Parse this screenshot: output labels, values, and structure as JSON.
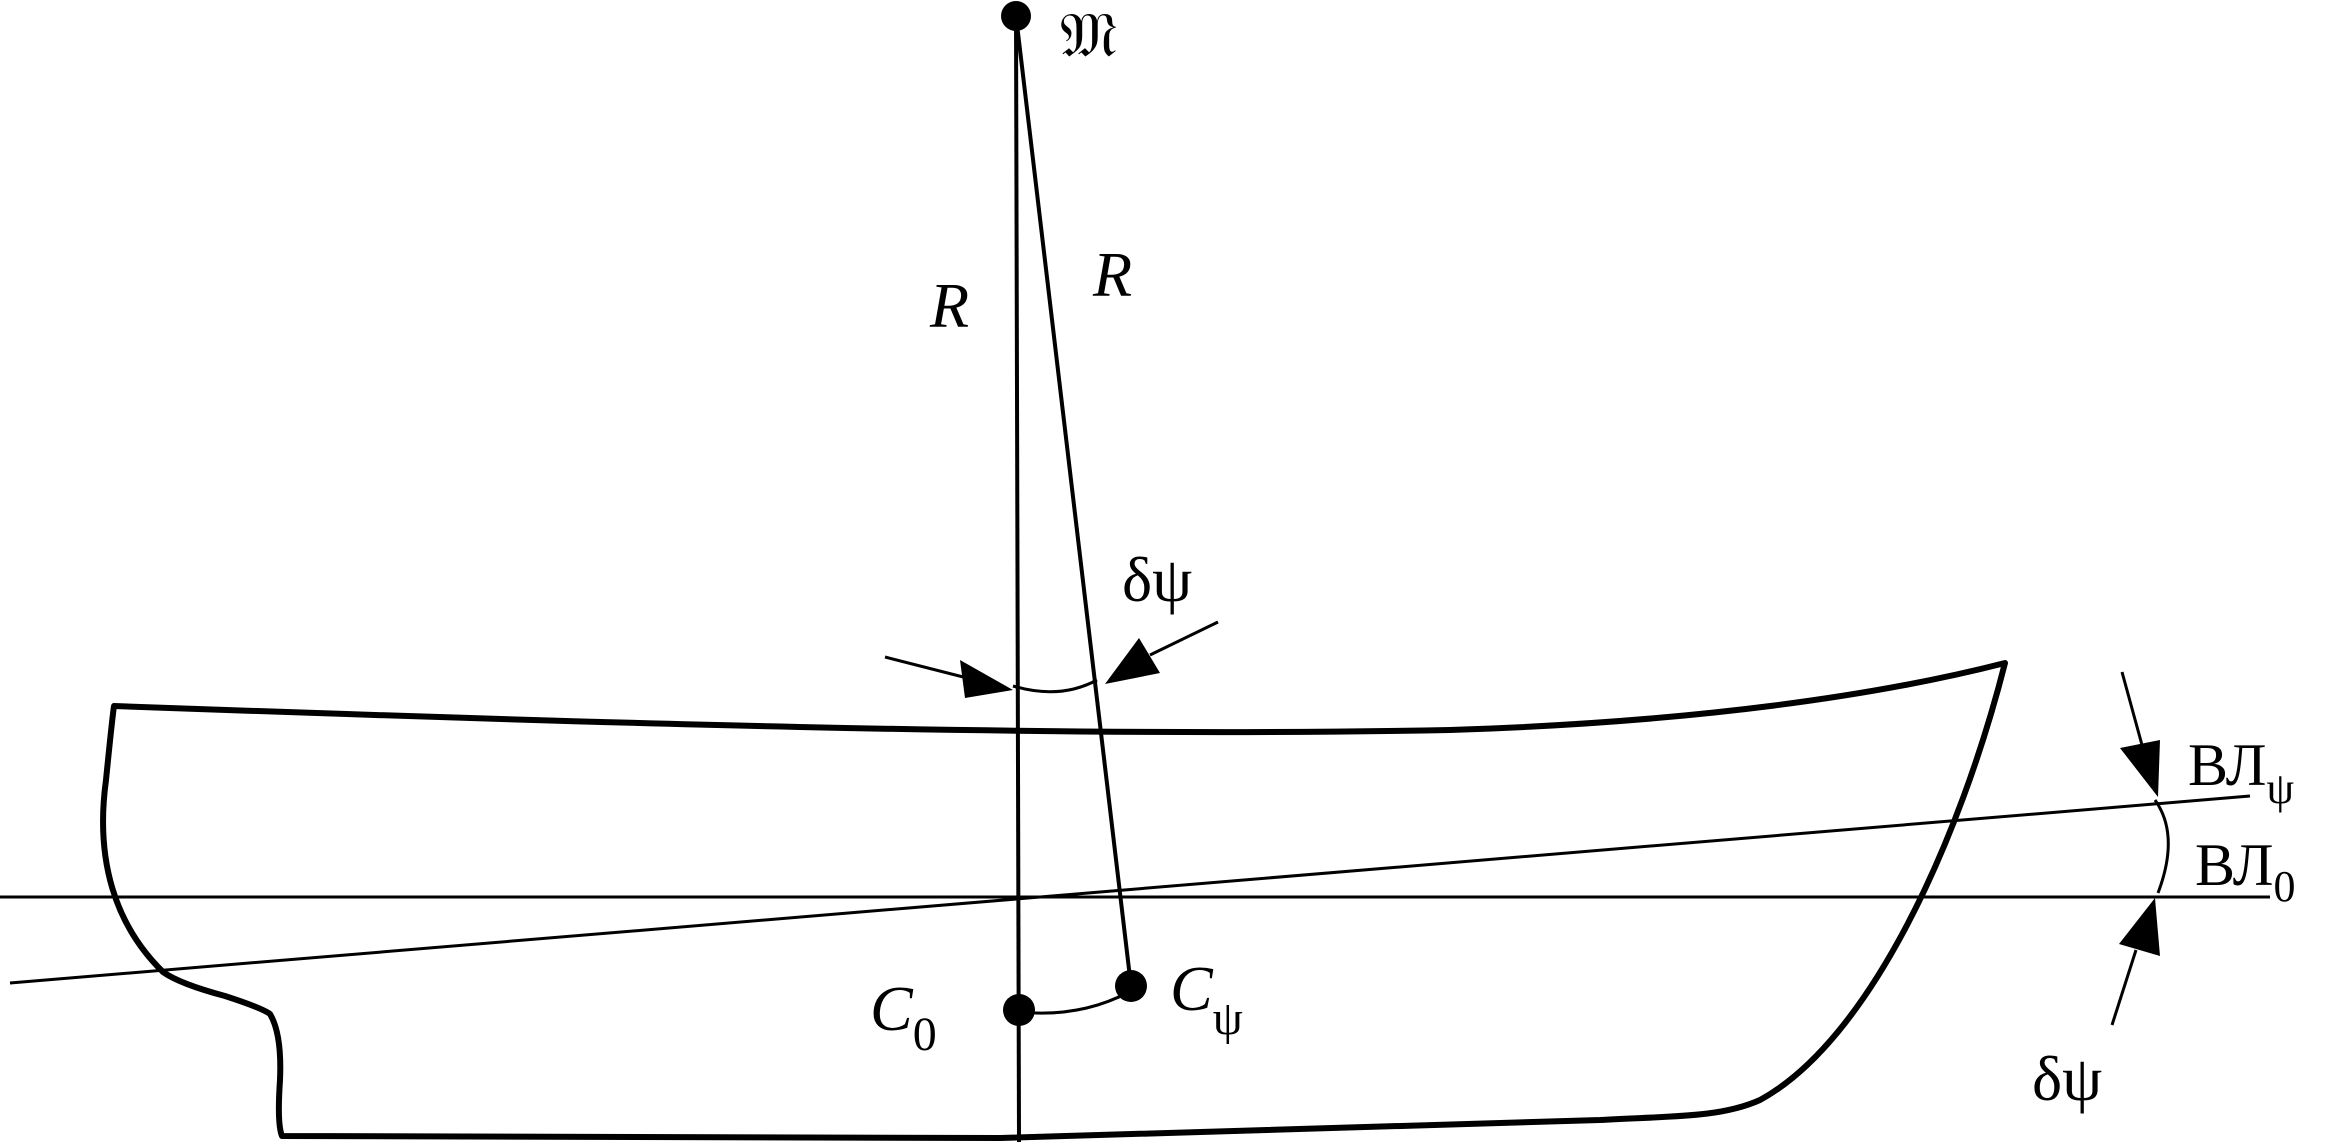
{
  "labels": {
    "metacenter": "𝔐",
    "radius_vertical": "R",
    "radius_inclined": "R",
    "angle_top_delta": "δ",
    "angle_top_psi": "ψ",
    "center_initial_letter": "C",
    "center_initial_sub": "0",
    "center_inclined_letter": "C",
    "center_inclined_sub": "ψ",
    "waterline_inclined_main": "ВЛ",
    "waterline_inclined_sub": "ψ",
    "waterline_initial_main": "ВЛ",
    "waterline_initial_sub": "0",
    "angle_right_delta": "δ",
    "angle_right_psi": "ψ"
  },
  "colors": {
    "ink": "#000000",
    "background": "#ffffff"
  }
}
